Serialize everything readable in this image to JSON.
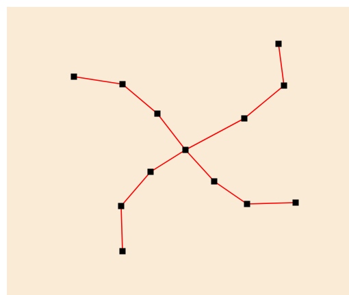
{
  "colors": {
    "background": "#faebd7",
    "edge": "#ff0000",
    "node": "#000000"
  },
  "graph": {
    "nodes": [
      {
        "id": "center"
      },
      {
        "id": "arm-upper-left-1"
      },
      {
        "id": "arm-upper-left-2"
      },
      {
        "id": "arm-upper-left-3"
      },
      {
        "id": "arm-upper-right-1"
      },
      {
        "id": "arm-upper-right-2"
      },
      {
        "id": "arm-upper-right-3"
      },
      {
        "id": "arm-lower-right-1"
      },
      {
        "id": "arm-lower-right-2"
      },
      {
        "id": "arm-lower-right-3"
      },
      {
        "id": "arm-lower-left-1"
      },
      {
        "id": "arm-lower-left-2"
      },
      {
        "id": "arm-lower-left-3"
      }
    ],
    "edges": [
      [
        "center",
        "arm-upper-left-1"
      ],
      [
        "arm-upper-left-1",
        "arm-upper-left-2"
      ],
      [
        "arm-upper-left-2",
        "arm-upper-left-3"
      ],
      [
        "center",
        "arm-upper-right-1"
      ],
      [
        "arm-upper-right-1",
        "arm-upper-right-2"
      ],
      [
        "arm-upper-right-2",
        "arm-upper-right-3"
      ],
      [
        "center",
        "arm-lower-right-1"
      ],
      [
        "arm-lower-right-1",
        "arm-lower-right-2"
      ],
      [
        "arm-lower-right-2",
        "arm-lower-right-3"
      ],
      [
        "center",
        "arm-lower-left-1"
      ],
      [
        "arm-lower-left-1",
        "arm-lower-left-2"
      ],
      [
        "arm-lower-left-2",
        "arm-lower-left-3"
      ]
    ]
  }
}
